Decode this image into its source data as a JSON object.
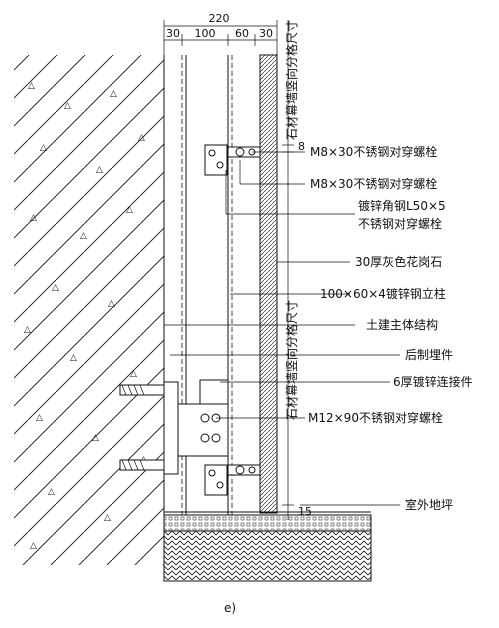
{
  "dimensions": {
    "total": "220",
    "segments": [
      "30",
      "100",
      "60",
      "30"
    ],
    "small_8": "8",
    "small_15": "15"
  },
  "vertical_labels": {
    "upper": "石材幕墙竖向分格尺寸",
    "lower": "石材幕墙竖向分格尺寸"
  },
  "labels": [
    "M8×30不锈钢对穿螺栓",
    "M8×30不锈钢对穿螺栓",
    "镀锌角钢L50×5",
    "不锈钢对穿螺栓",
    "30厚灰色花岗石",
    "100×60×4镀锌钢立柱",
    "土建主体结构",
    "后制埋件",
    "6厚镀锌连接件",
    "M12×90不锈钢对穿螺栓",
    "室外地坪"
  ],
  "caption": "e)"
}
